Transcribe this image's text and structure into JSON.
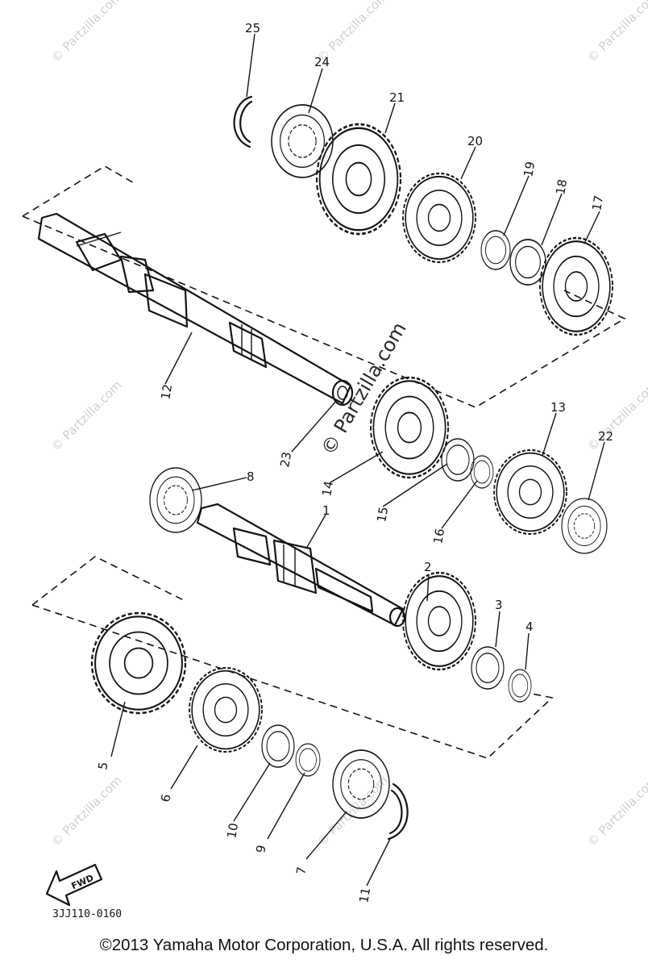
{
  "watermark": {
    "text": "© Partzilla.com"
  },
  "diagram_code": "3JJ110-0160",
  "fwd_label": "FWD",
  "callouts": [
    "1",
    "2",
    "3",
    "4",
    "5",
    "6",
    "7",
    "8",
    "9",
    "10",
    "11",
    "12",
    "13",
    "14",
    "15",
    "16",
    "17",
    "18",
    "19",
    "20",
    "21",
    "22",
    "23",
    "24",
    "25"
  ],
  "copyright": "©2013  Yamaha Motor Corporation, U.S.A. All rights reserved."
}
